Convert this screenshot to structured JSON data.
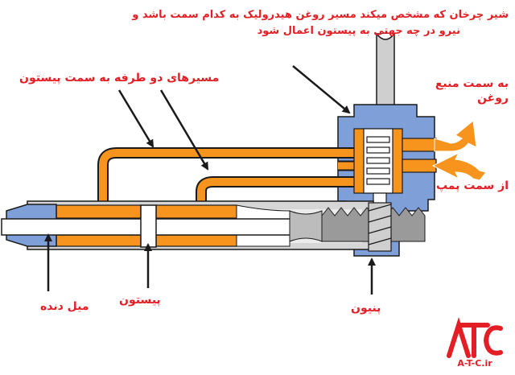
{
  "labels": {
    "title_line_1": "شیر چرخان که مشخص میکند مسیر روغن هیدرولیک به کدام سمت باشد و",
    "title_line_2": "نیرو در چه جهتی به پیستون اعمال شود",
    "bidirectional_paths": "مسیرهای دو طرفه به سمت پیستون",
    "to_oil_tank_1": "به سمت منبع",
    "to_oil_tank_2": "روغن",
    "from_pump": "از سمت پمپ",
    "rack": "میل دنده",
    "piston": "پیستون",
    "pinion": "پنیون"
  },
  "logo": {
    "text": "A-T-C.ir"
  },
  "colors": {
    "label_red": "#e31e24",
    "oil_orange": "#f7941d",
    "housing_blue": "#7f9fd8",
    "metal_grey": "#bdbdbd",
    "outline": "#1a1a1a"
  }
}
